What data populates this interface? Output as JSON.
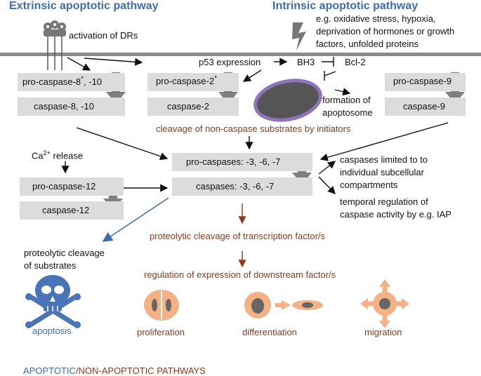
{
  "titles": {
    "extrinsic": "Extrinsic apoptotic pathway",
    "intrinsic": "Intrinsic apoptotic pathway"
  },
  "stimuli": {
    "line1": "e.g. oxidative stress, hypoxia,",
    "line2": "deprivation of hormones or growth",
    "line3": "factors, unfolded proteins"
  },
  "labels": {
    "activation_drs": "activation of DRs",
    "p53_expression": "p53 expression",
    "bh3": "BH3",
    "bcl2": "Bcl-2",
    "formation_line1": "formation of",
    "formation_line2": "apoptosome",
    "cleavage_initiators": "cleavage of non-caspase substrates by initiators",
    "ca_release_pre": "Ca",
    "ca_release_sup": "2+",
    "ca_release_post": " release",
    "caspases_limited_line1": "caspases limited to to",
    "caspases_limited_line2": "individual subcellular",
    "caspases_limited_line3": "compartments",
    "temporal_line1": "temporal regulation of",
    "temporal_line2": "caspase activity by e.g. IAP",
    "proteolytic_tf": "proteolytic cleavage  of transcription factor/s",
    "proteolytic_sub_line1": "proteolytic cleavage",
    "proteolytic_sub_line2": "of substrates",
    "regulation_expression": "regulation of expression of downstream factor/s"
  },
  "boxes": {
    "pro_caspase_8_a": "pro-caspase-8",
    "pro_caspase_8_star": "*",
    "pro_caspase_8_b": ", -10",
    "caspase_8": "caspase-8, -10",
    "pro_caspase_2": "pro-caspase-2",
    "pro_caspase_2_star": "*",
    "caspase_2": "caspase-2",
    "pro_caspase_9": "pro-caspase-9",
    "caspase_9": "caspase-9",
    "pro_caspases": "pro-caspases: -3, -6, -7",
    "caspases": "caspases: -3, -6, -7",
    "pro_caspase_12": "pro-caspase-12",
    "caspase_12": "caspase-12"
  },
  "outcomes": {
    "apoptosis": "apoptosis",
    "proliferation": "proliferation",
    "differentiation": "differentiation",
    "migration": "migration"
  },
  "legend": {
    "apoptotic": "APOPTOTIC",
    "separator": "/",
    "non_apoptotic": "NON-APOPTOTIC PATHWAYS"
  },
  "colors": {
    "apoptotic_blue": "#3c6db4",
    "non_apoptotic_brown": "#8b3a1a",
    "box_gray": "#dcdcdc",
    "arrow_gray": "#7f7f7f",
    "cell_orange": "#f4b183",
    "mitochondrion_purple": "#7b5fa8"
  },
  "icons": [
    "receptor-icon",
    "lightning-icon",
    "mitochondrion-icon",
    "skull-crossbones-icon",
    "dividing-cell-icon",
    "differentiating-cell-icon",
    "migrating-cell-icon"
  ]
}
